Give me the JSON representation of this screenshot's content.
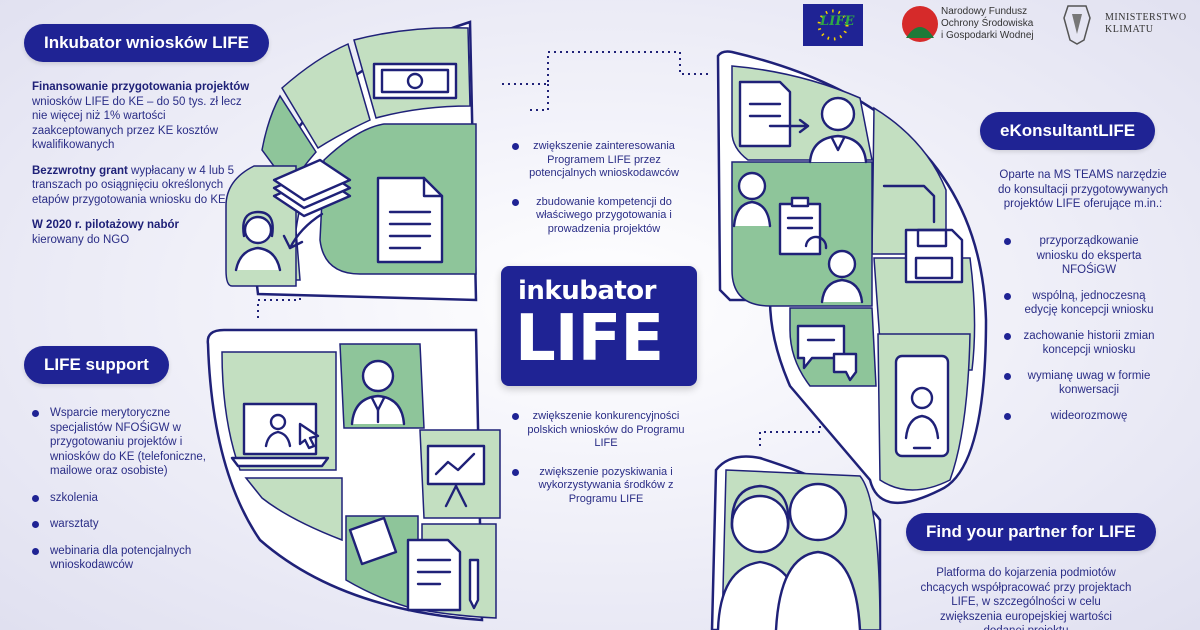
{
  "header": {
    "eu_logo_text": "LIFE",
    "nfosigw": [
      "Narodowy Fundusz",
      "Ochrony Środowiska",
      "i Gospodarki Wodnej"
    ],
    "ministry": [
      "MINISTERSTWO",
      "KLIMATU"
    ]
  },
  "center": {
    "logo_line1": "inkubator",
    "logo_line2": "LIFE",
    "goals_top": [
      "zwiększenie zainteresowania Programem LIFE przez potencjalnych wnioskodawców",
      "zbudowanie kompetencji do właściwego przygotowania i prowadzenia projektów"
    ],
    "goals_bottom": [
      "zwiększenie konkurencyjności polskich wniosków do Programu LIFE",
      "zwiększenie pozyskiwania i wykorzystywania środków z Programu LIFE"
    ]
  },
  "inkubator": {
    "title": "Inkubator wniosków LIFE",
    "p1_bold": "Finansowanie przygotowania projektów",
    "p1_rest": "wniosków LIFE do KE – do 50 tys. zł lecz nie więcej niż 1% wartości zaakceptowanych przez KE kosztów kwalifikowanych",
    "p2_bold": "Bezzwrotny grant",
    "p2_rest": "wypłacany w 4 lub 5 transzach po osiągnięciu określonych etapów przygotowania wniosku do KE",
    "p3_bold": "W 2020 r. pilotażowy nabór",
    "p3_rest": "kierowany do NGO"
  },
  "support": {
    "title": "LIFE support",
    "items": [
      "Wsparcie merytoryczne specjalistów NFOŚiGW w przygotowaniu projektów i wniosków do KE (telefoniczne, mailowe oraz osobiste)",
      "szkolenia",
      "warsztaty",
      "webinaria dla potencjalnych wnioskodawców"
    ]
  },
  "ekonsultant": {
    "title": "eKonsultantLIFE",
    "intro": "Oparte na MS TEAMS narzędzie do konsultacji przygotowywanych projektów LIFE oferujące m.in.:",
    "items": [
      "przyporządkowanie wniosku do eksperta NFOŚiGW",
      "wspólną, jednoczesną edycję koncepcji wniosku",
      "zachowanie historii zmian koncepcji wniosku",
      "wymianę uwag w formie konwersacji",
      "wideorozmowę"
    ]
  },
  "partner": {
    "title": "Find your partner for LIFE",
    "desc": "Platforma do kojarzenia podmiotów chcących współpracować przy projektach LIFE, w szczególności w celu zwiększenia europejskiej wartości dodanej projektu"
  },
  "colors": {
    "navy": "#1f2394",
    "green_light": "#c3dfc1",
    "green_dark": "#8ec59a",
    "outline": "#1f2178"
  },
  "icons": [
    "banknote-icon",
    "money-stack-icon",
    "document-icon",
    "woman-avatar-icon",
    "laptop-video-icon",
    "businessman-icon",
    "presentation-chart-icon",
    "documents-pen-icon",
    "form-arrow-icon",
    "man-avatar-icon",
    "two-people-icon",
    "clipboard-sync-icon",
    "save-floppy-icon",
    "chat-bubbles-icon",
    "smartphone-video-icon",
    "partners-icon"
  ]
}
